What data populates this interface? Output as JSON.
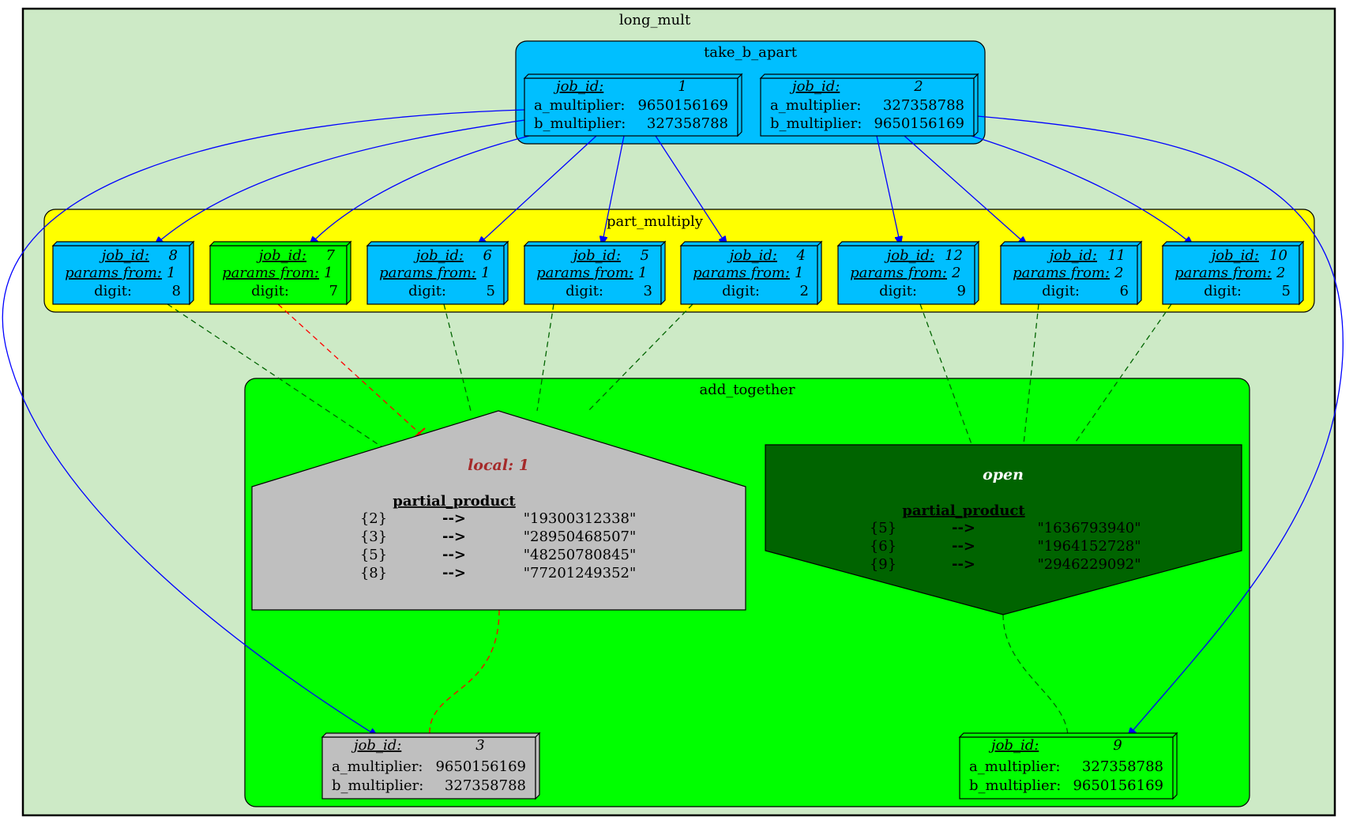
{
  "clusters": {
    "outer": "long_mult",
    "take": "take_b_apart",
    "part": "part_multiply",
    "add": "add_together"
  },
  "labels": {
    "job_id": "job_id:",
    "params_from": "params from:",
    "digit": "digit:",
    "a_mult": "a_multiplier:",
    "b_mult": "b_multiplier:"
  },
  "take_jobs": [
    {
      "id": "1",
      "a": "9650156169",
      "b": "327358788"
    },
    {
      "id": "2",
      "a": "327358788",
      "b": "9650156169"
    }
  ],
  "part_jobs": [
    {
      "id": "8",
      "from": "1",
      "digit": "8",
      "state": "blue"
    },
    {
      "id": "7",
      "from": "1",
      "digit": "7",
      "state": "green"
    },
    {
      "id": "6",
      "from": "1",
      "digit": "5",
      "state": "blue"
    },
    {
      "id": "5",
      "from": "1",
      "digit": "3",
      "state": "blue"
    },
    {
      "id": "4",
      "from": "1",
      "digit": "2",
      "state": "blue"
    },
    {
      "id": "12",
      "from": "2",
      "digit": "9",
      "state": "blue"
    },
    {
      "id": "11",
      "from": "2",
      "digit": "6",
      "state": "blue"
    },
    {
      "id": "10",
      "from": "2",
      "digit": "5",
      "state": "blue"
    }
  ],
  "local_acc": {
    "title": "local: 1",
    "header": "partial_product",
    "rows": [
      {
        "k": "{2}",
        "arrow": "-->",
        "v": "\"19300312338\""
      },
      {
        "k": "{3}",
        "arrow": "-->",
        "v": "\"28950468507\""
      },
      {
        "k": "{5}",
        "arrow": "-->",
        "v": "\"48250780845\""
      },
      {
        "k": "{8}",
        "arrow": "-->",
        "v": "\"77201249352\""
      }
    ]
  },
  "open_acc": {
    "title": "open",
    "header": "partial_product",
    "rows": [
      {
        "k": "{5}",
        "arrow": "-->",
        "v": "\"1636793940\""
      },
      {
        "k": "{6}",
        "arrow": "-->",
        "v": "\"1964152728\""
      },
      {
        "k": "{9}",
        "arrow": "-->",
        "v": "\"2946229092\""
      }
    ]
  },
  "add_jobs": [
    {
      "id": "3",
      "a": "9650156169",
      "b": "327358788"
    },
    {
      "id": "9",
      "a": "327358788",
      "b": "9650156169"
    }
  ],
  "colors": {
    "outer_bg": "#cdeac6",
    "blue": "#00bfff",
    "yellow": "#ffff00",
    "green": "#00ff00",
    "grey": "#bfbfbf",
    "dark_green": "#006400",
    "semaphore_red": "#ff0000",
    "title_brown": "#a52a2a",
    "edge_blue": "#0000ff",
    "edge_green": "#006400"
  }
}
